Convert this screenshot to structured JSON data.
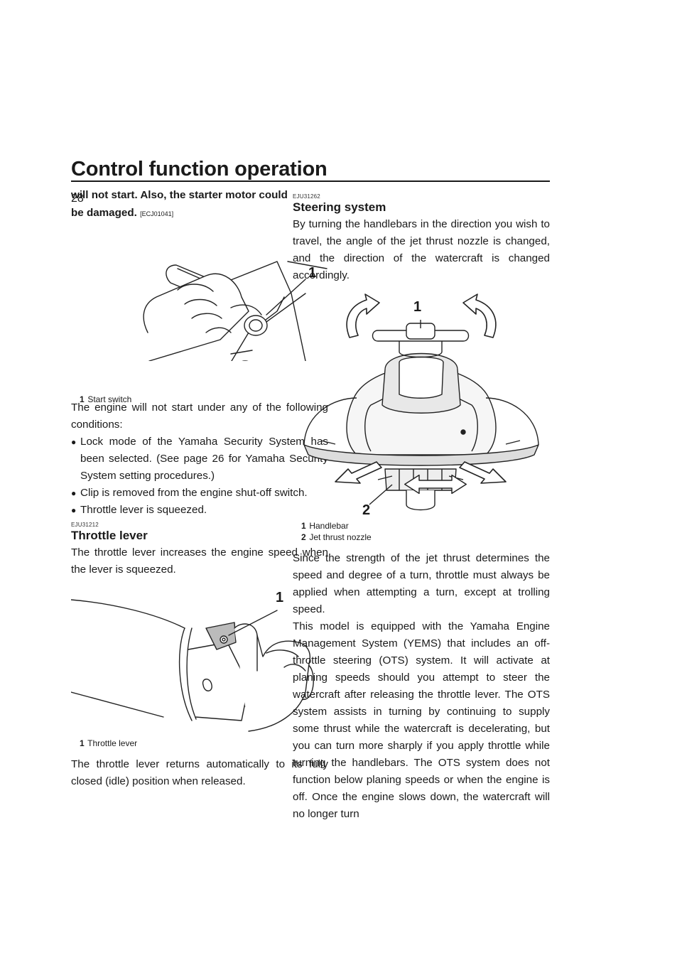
{
  "header": {
    "title": "Control function operation",
    "page_number": "28"
  },
  "left": {
    "notice_tail_line1": "will not start. Also, the starter motor could",
    "notice_tail_line2": "be damaged.",
    "notice_code": "[ECJ01041]",
    "fig1": {
      "callout": "1",
      "caption_num": "1",
      "caption_text": "Start switch"
    },
    "conditions_intro": "The engine will not start under any of the following conditions:",
    "conditions": [
      "Lock mode of the Yamaha Security System has been selected. (See page 26 for Yamaha Security System setting procedures.)",
      "Clip is removed from the engine shut-off switch.",
      "Throttle lever is squeezed."
    ],
    "throttle": {
      "code": "EJU31212",
      "heading": "Throttle lever",
      "intro": "The throttle lever increases the engine speed when the lever is squeezed.",
      "fig_callout": "1",
      "caption_num": "1",
      "caption_text": "Throttle lever",
      "after": "The throttle lever returns automatically to its fully closed (idle) position when released."
    }
  },
  "right": {
    "steering": {
      "code": "EJU31262",
      "heading": "Steering system",
      "intro": "By turning the handlebars in the direction you wish to travel, the angle of the jet thrust nozzle is changed, and the direction of the watercraft is changed accordingly.",
      "fig_callout_1": "1",
      "fig_callout_2": "2",
      "captions": [
        {
          "num": "1",
          "text": "Handlebar"
        },
        {
          "num": "2",
          "text": "Jet thrust nozzle"
        }
      ],
      "para1": "Since the strength of the jet thrust determines the speed and degree of a turn, throttle must always be applied when attempting a turn, except at trolling speed.",
      "para2": "This model is equipped with the Yamaha Engine Management System (YEMS) that includes an off-throttle steering (OTS) system. It will activate at planing speeds should you attempt to steer the watercraft after releasing the throttle lever. The OTS system assists in turning by continuing to supply some thrust while the watercraft is decelerating, but you can turn more sharply if you apply throttle while turning the handlebars. The OTS system does not function below planing speeds or when the engine is off. Once the engine slows down, the watercraft will no longer turn"
    }
  },
  "icons": {
    "bullet": "●"
  }
}
